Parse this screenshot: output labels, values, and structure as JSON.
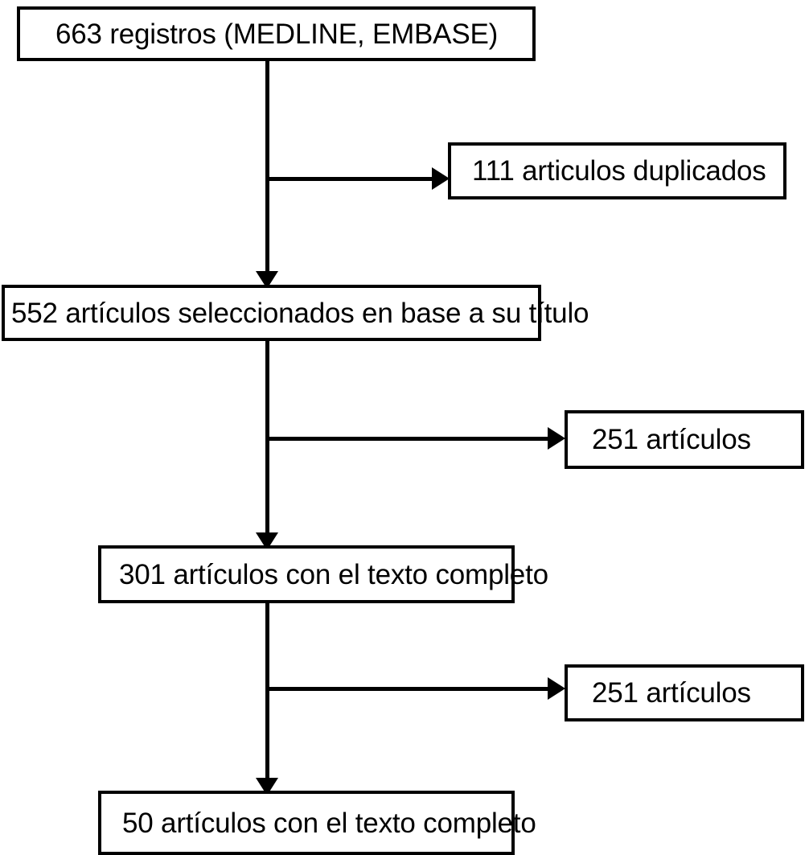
{
  "diagram": {
    "type": "flowchart",
    "title": "Diagrama de flujo de seleccion de articulos",
    "language": "es",
    "orientation": "top-to-bottom",
    "background_color": "#ffffff",
    "line_color": "#000000",
    "box_border_color": "#000000",
    "box_fill_color": "#ffffff",
    "text_color": "#000000",
    "nodes": [
      {
        "id": "records",
        "label": "663 registros (MEDLINE, EMBASE)",
        "count": 663,
        "stage": "identification"
      },
      {
        "id": "duplicates",
        "label": "111 articulos duplicados",
        "count": 111,
        "stage": "exclusion"
      },
      {
        "id": "title_screened",
        "label": "552 artículos seleccionados en base a su título",
        "count": 552,
        "stage": "screening"
      },
      {
        "id": "excluded_1",
        "label": "251 artículos",
        "count": 251,
        "stage": "exclusion"
      },
      {
        "id": "fulltext_301",
        "label": "301 artículos con el texto completo",
        "count": 301,
        "stage": "eligibility"
      },
      {
        "id": "excluded_2",
        "label": "251 artículos",
        "count": 251,
        "stage": "exclusion"
      },
      {
        "id": "fulltext_50",
        "label": "50 artículos con el texto completo",
        "count": 50,
        "stage": "included"
      }
    ],
    "edges": [
      {
        "from": "records",
        "to": "title_screened",
        "direction": "down"
      },
      {
        "from": "records",
        "to": "duplicates",
        "direction": "right"
      },
      {
        "from": "title_screened",
        "to": "fulltext_301",
        "direction": "down"
      },
      {
        "from": "title_screened",
        "to": "excluded_1",
        "direction": "right"
      },
      {
        "from": "fulltext_301",
        "to": "fulltext_50",
        "direction": "down"
      },
      {
        "from": "fulltext_301",
        "to": "excluded_2",
        "direction": "right"
      }
    ]
  }
}
